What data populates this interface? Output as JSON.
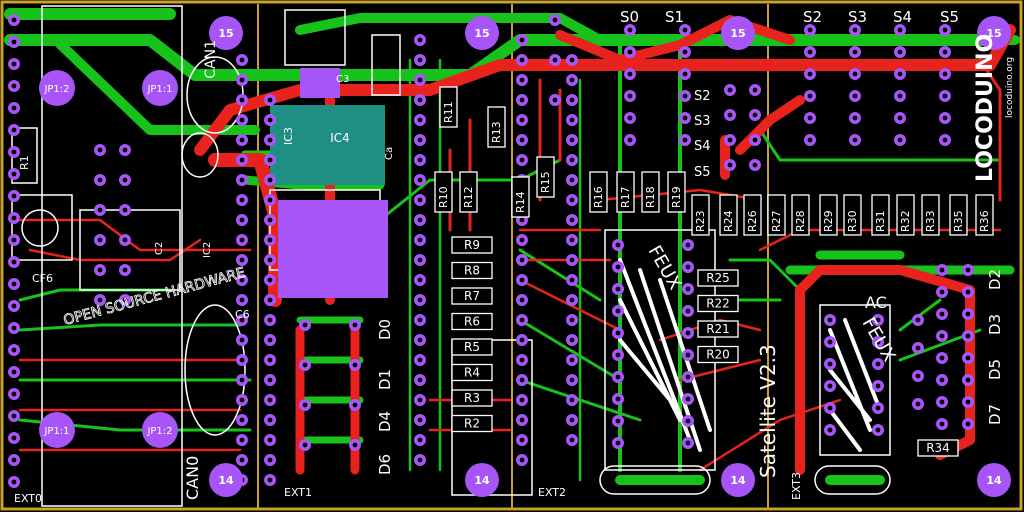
{
  "board": {
    "brand": "LOCODUINO",
    "brand_url": "locoduino.org",
    "product": "Satellite V2.3",
    "hardware": "OPEN SOURCE HARDWARE",
    "colors": {
      "background": "#000000",
      "outline": "#c9a227",
      "top_copper": "#e8221c",
      "bottom_copper": "#17c21a",
      "via": "#a855f7",
      "silkscreen": "#ffffff",
      "ic_body": "#1f8f84"
    }
  },
  "sections": {
    "ext0": "EXT0",
    "ext1": "EXT1",
    "ext2": "EXT2",
    "ext3": "EXT3"
  },
  "connectors": {
    "can0": "CAN0",
    "can1": "CAN1",
    "jp_a": "JP1:2",
    "jp_b": "JP1:1",
    "jp_c": "JP1:1",
    "jp_d": "JP1:2"
  },
  "mount_holes": [
    "15",
    "15",
    "15",
    "15",
    "14",
    "14",
    "14",
    "14"
  ],
  "servo_labels": [
    "S0",
    "S1",
    "S2",
    "S3",
    "S4",
    "S5"
  ],
  "servo_small": [
    "S2",
    "S3",
    "S4",
    "S5"
  ],
  "d_labels_left": [
    "D0",
    "D1",
    "D4",
    "D6"
  ],
  "d_labels_right": [
    "D2",
    "D3",
    "D5",
    "D7"
  ],
  "ac_label": "AC",
  "feux": [
    "FEUX",
    "FEUX"
  ],
  "components": {
    "r1": "R1",
    "cf6": "CF6",
    "c6": "C6",
    "ic2": "IC2",
    "c2": "C2",
    "ic3": "IC3",
    "ic4": "IC4",
    "c3": "C3",
    "ca": "Ca",
    "r_left_vertical": [
      "R10",
      "R12",
      "R14",
      "R15",
      "R16",
      "R17",
      "R18",
      "R19",
      "R13",
      "R11"
    ],
    "r_stack": [
      "R9",
      "R8",
      "R7",
      "R6",
      "R5",
      "R4",
      "R3",
      "R2"
    ],
    "r_right_stack": [
      "R25",
      "R22",
      "R21",
      "R20"
    ],
    "r_row": [
      "R23",
      "R24",
      "R26",
      "R27",
      "R28",
      "R29",
      "R30",
      "R31",
      "R32",
      "R33",
      "R35",
      "R36"
    ],
    "r34": "R34"
  }
}
